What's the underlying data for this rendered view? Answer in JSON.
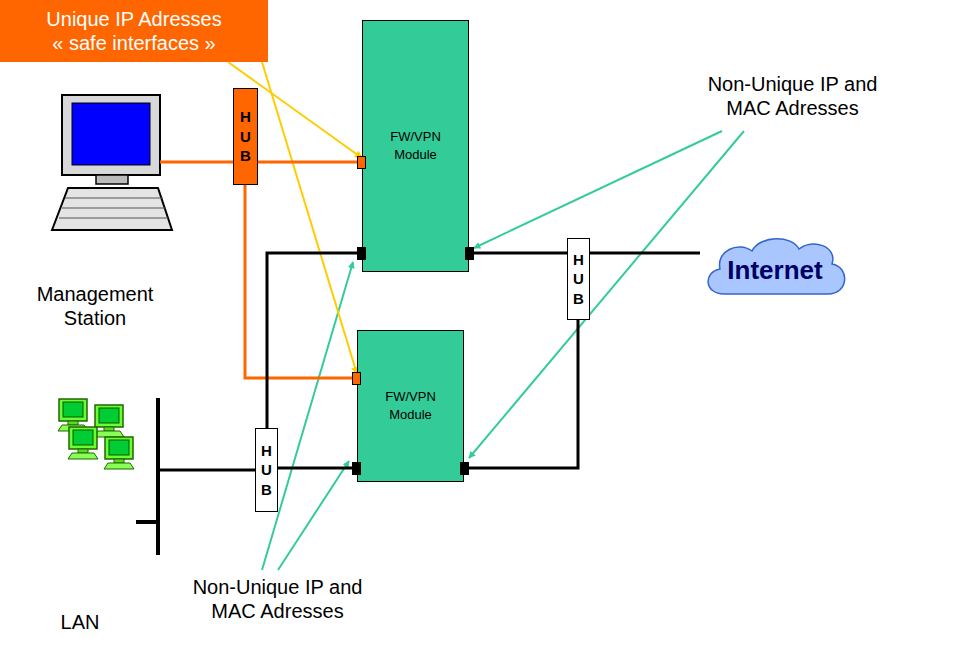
{
  "diagram": {
    "nodes": [
      {
        "text": [
          "Unique IP Adresses « safe interfaces »"
        ]
      },
      {
        "text": [
          "FW/VPN Module"
        ]
      },
      {
        "text": [
          "H U B"
        ]
      },
      {
        "text": [
          "H U B"
        ]
      },
      {
        "text": [
          "Internet"
        ]
      },
      {
        "text": [
          "FW/VPN Module"
        ]
      },
      {
        "text": [
          "H U B"
        ]
      }
    ],
    "edges": [
      {
        "from": 0,
        "to": 1,
        "arrow": "to"
      },
      {
        "from": 0,
        "to": 5,
        "arrow": "to"
      },
      {
        "from": 2,
        "to": 1,
        "arrow": "none"
      },
      {
        "from": 2,
        "to": 5,
        "arrow": "none"
      },
      {
        "from": 1,
        "to": 3,
        "arrow": "none"
      },
      {
        "from": 3,
        "to": 4,
        "arrow": "none"
      },
      {
        "from": 3,
        "to": 5,
        "arrow": "none"
      },
      {
        "from": 6,
        "to": 1,
        "arrow": "none"
      },
      {
        "from": 6,
        "to": 5,
        "arrow": "none"
      }
    ],
    "labels": [
      "Non-Unique IP and MAC Adresses",
      "Management Station",
      "LAN",
      "Non-Unique IP and MAC Adresses"
    ]
  }
}
